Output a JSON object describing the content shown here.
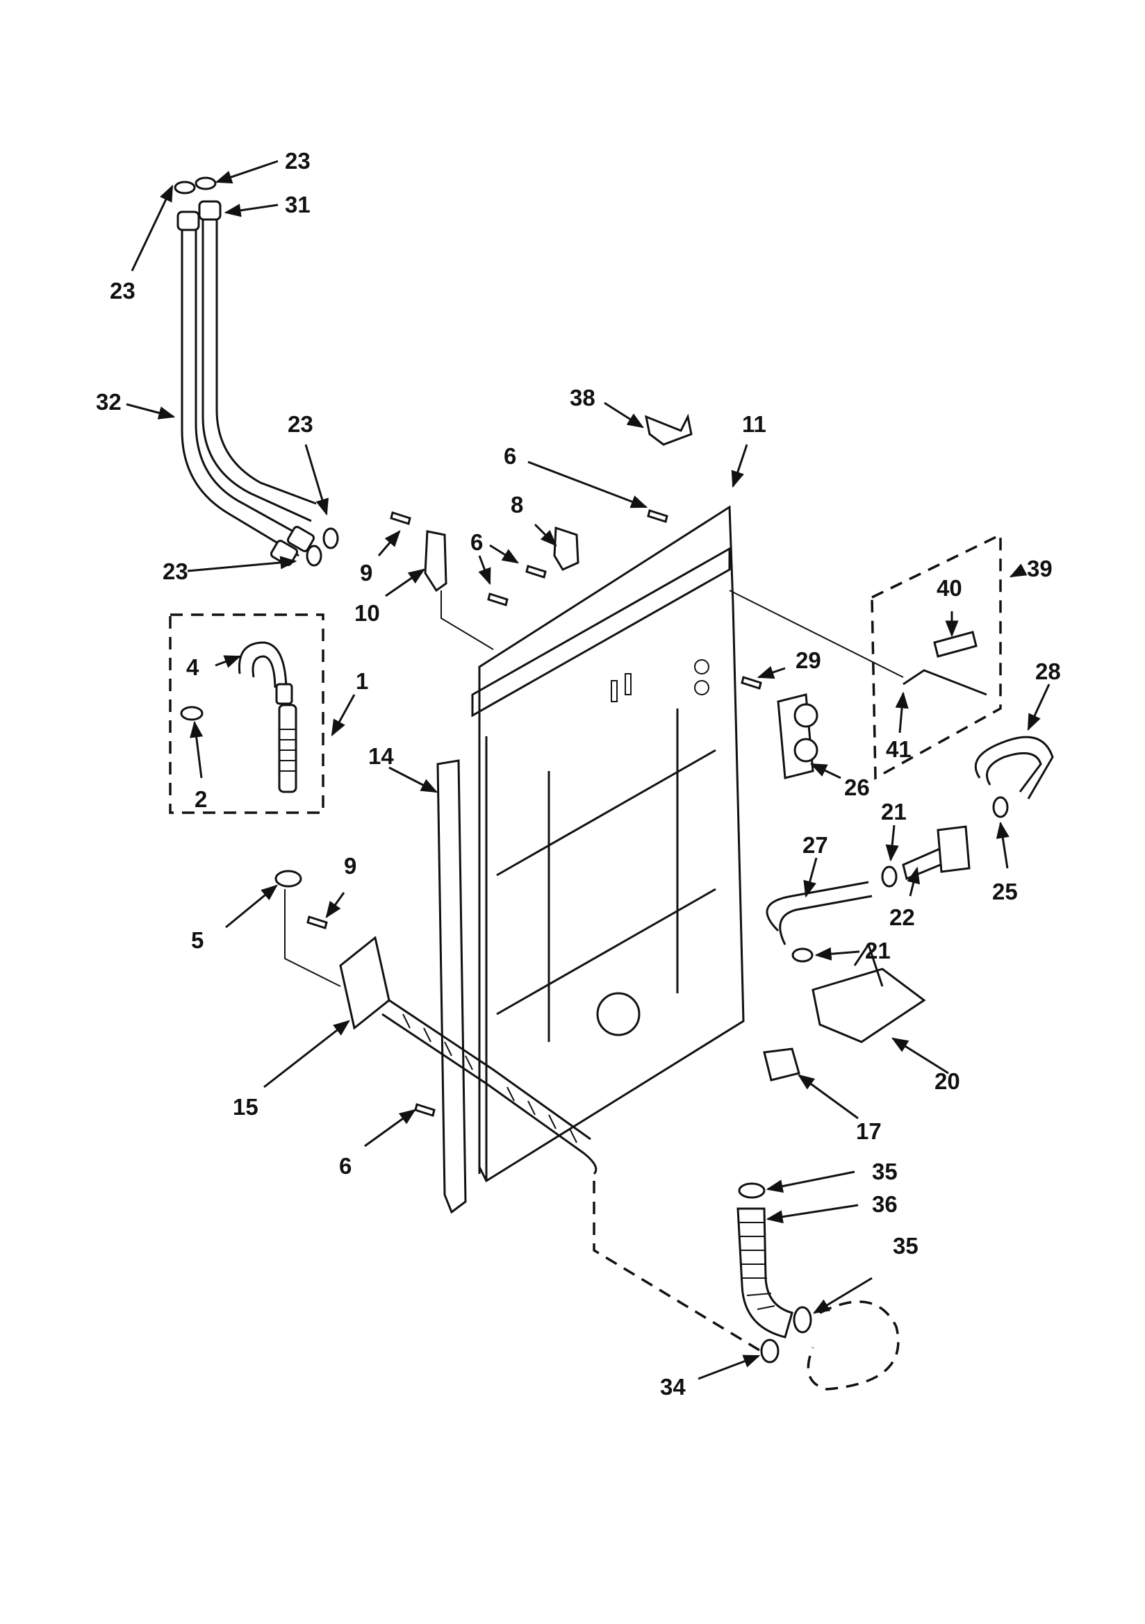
{
  "diagram": {
    "callouts": [
      {
        "id": "c23a",
        "text": "23"
      },
      {
        "id": "c31",
        "text": "31"
      },
      {
        "id": "c23b",
        "text": "23"
      },
      {
        "id": "c32",
        "text": "32"
      },
      {
        "id": "c23c",
        "text": "23"
      },
      {
        "id": "c23d",
        "text": "23"
      },
      {
        "id": "c38",
        "text": "38"
      },
      {
        "id": "c11",
        "text": "11"
      },
      {
        "id": "c6a",
        "text": "6"
      },
      {
        "id": "c8",
        "text": "8"
      },
      {
        "id": "c6b",
        "text": "6"
      },
      {
        "id": "c9a",
        "text": "9"
      },
      {
        "id": "c10",
        "text": "10"
      },
      {
        "id": "c4",
        "text": "4"
      },
      {
        "id": "c1",
        "text": "1"
      },
      {
        "id": "c2",
        "text": "2"
      },
      {
        "id": "c39",
        "text": "39"
      },
      {
        "id": "c40",
        "text": "40"
      },
      {
        "id": "c29",
        "text": "29"
      },
      {
        "id": "c41",
        "text": "41"
      },
      {
        "id": "c28",
        "text": "28"
      },
      {
        "id": "c26",
        "text": "26"
      },
      {
        "id": "c21a",
        "text": "21"
      },
      {
        "id": "c14",
        "text": "14"
      },
      {
        "id": "c27",
        "text": "27"
      },
      {
        "id": "c25",
        "text": "25"
      },
      {
        "id": "c22",
        "text": "22"
      },
      {
        "id": "c21b",
        "text": "21"
      },
      {
        "id": "c9b",
        "text": "9"
      },
      {
        "id": "c5",
        "text": "5"
      },
      {
        "id": "c20",
        "text": "20"
      },
      {
        "id": "c15",
        "text": "15"
      },
      {
        "id": "c17",
        "text": "17"
      },
      {
        "id": "c6c",
        "text": "6"
      },
      {
        "id": "c35a",
        "text": "35"
      },
      {
        "id": "c36",
        "text": "36"
      },
      {
        "id": "c35b",
        "text": "35"
      },
      {
        "id": "c34",
        "text": "34"
      }
    ]
  }
}
